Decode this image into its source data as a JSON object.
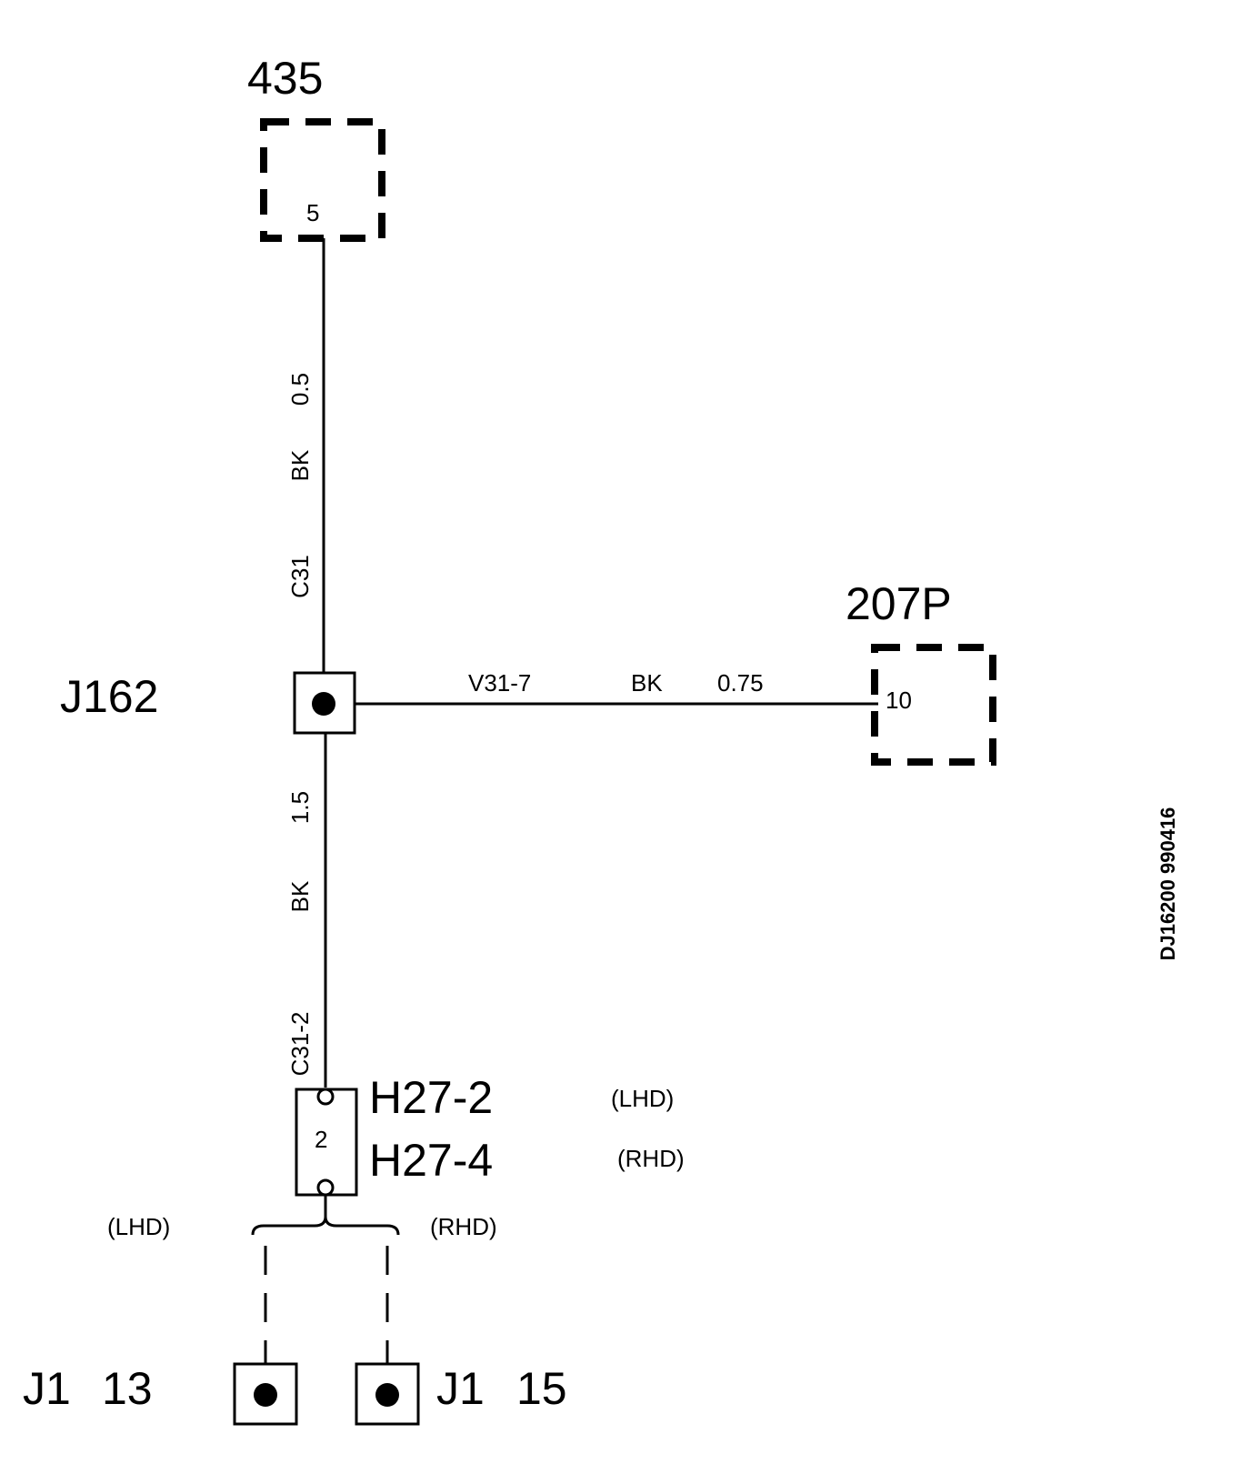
{
  "components": {
    "c435": {
      "name": "435",
      "pin": "5"
    },
    "c207p": {
      "name": "207P",
      "pin": "10"
    },
    "j162": {
      "name": "J162"
    },
    "h27": {
      "name_lhd": "H27-2",
      "name_rhd": "H27-4",
      "pin": "2",
      "tag_lhd": "(LHD)",
      "tag_rhd": "(RHD)"
    },
    "j1_13": {
      "name": "J1",
      "pin": "13"
    },
    "j1_15": {
      "name": "J1",
      "pin": "15"
    }
  },
  "wires": {
    "w435_j162": {
      "circuit": "C31",
      "color": "BK",
      "gauge": "0.5"
    },
    "wj162_207p": {
      "circuit": "V31-7",
      "color": "BK",
      "gauge": "0.75"
    },
    "wj162_h27": {
      "circuit": "C31-2",
      "color": "BK",
      "gauge": "1.5"
    }
  },
  "branch": {
    "left_tag": "(LHD)",
    "right_tag": "(RHD)"
  },
  "drawing_id": "DJ16200 990416"
}
